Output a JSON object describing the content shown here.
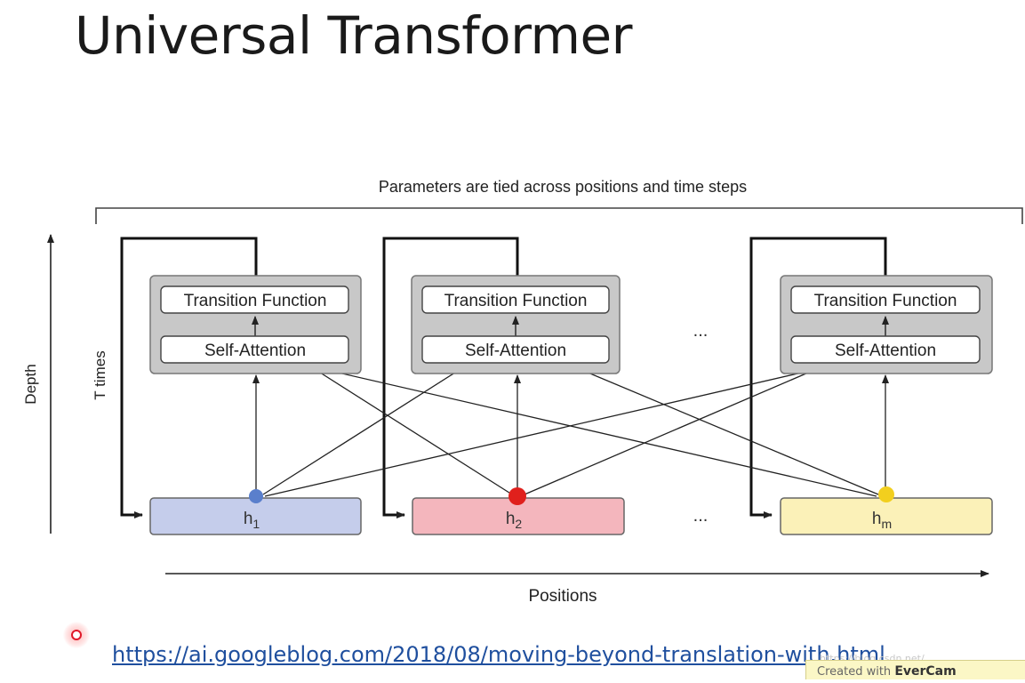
{
  "slide": {
    "title": "Universal Transformer",
    "url": "https://ai.googleblog.com/2018/08/moving-beyond-translation-with.html"
  },
  "diagram": {
    "brace_label": "Parameters are tied across positions and time steps",
    "depth_label": "Depth",
    "t_times_label": "T times",
    "positions_label": "Positions",
    "ellipsis": "...",
    "blocks": [
      {
        "transition_label": "Transition Function",
        "attention_label": "Self-Attention"
      },
      {
        "transition_label": "Transition Function",
        "attention_label": "Self-Attention"
      },
      {
        "transition_label": "Transition Function",
        "attention_label": "Self-Attention"
      }
    ],
    "states": [
      {
        "symbol": "h",
        "subscript": "1",
        "fill": "#c5cdeb",
        "dot": "#5a7fcc"
      },
      {
        "symbol": "h",
        "subscript": "2",
        "fill": "#f4b6bd",
        "dot": "#e0201c"
      },
      {
        "symbol": "h",
        "subscript": "m",
        "fill": "#fbf1b8",
        "dot": "#f2cf1e"
      }
    ]
  },
  "watermark": {
    "url_text": "https://blog.csdn.net/...",
    "created_with": "Created with",
    "brand": "EverCam"
  }
}
